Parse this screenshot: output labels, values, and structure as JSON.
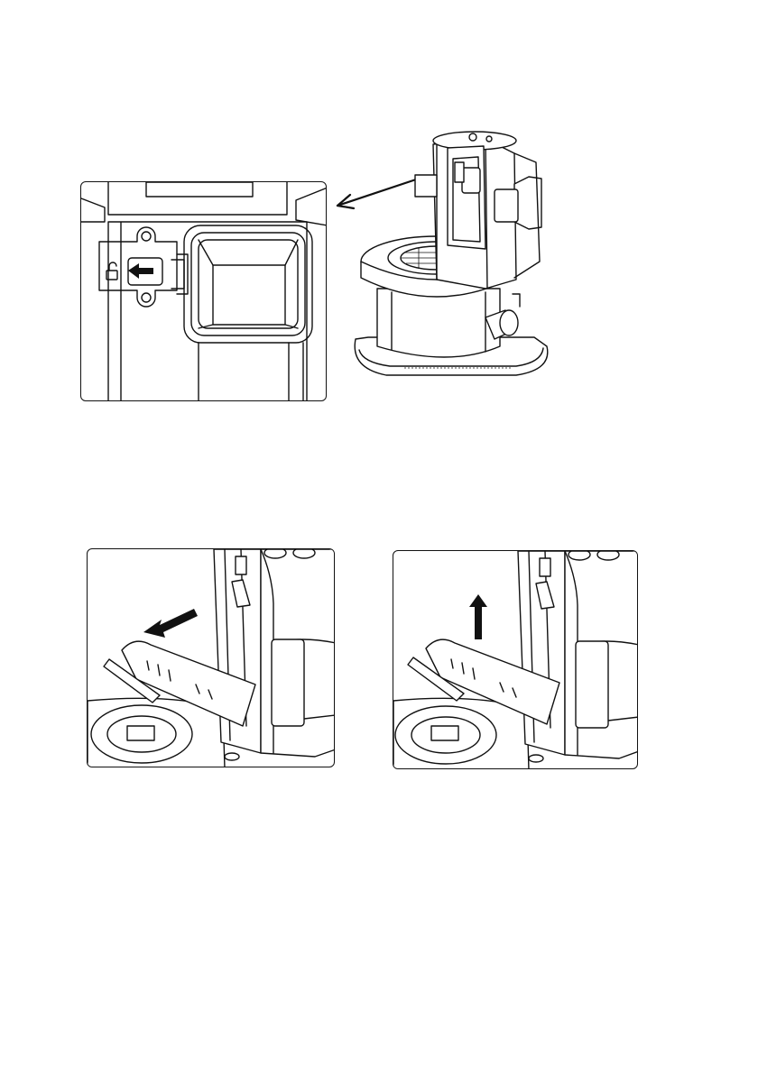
{
  "figure": {
    "colors": {
      "line": "#111111",
      "background": "#ffffff"
    },
    "panels": [
      {
        "id": "latch-detail",
        "shows": "unlock-latch-slide-left"
      },
      {
        "id": "tilt-out",
        "shows": "arrow-pull-out"
      },
      {
        "id": "lift-up",
        "shows": "arrow-lift-up"
      }
    ],
    "icons": [
      "unlock-icon",
      "arrow-left-icon",
      "arrow-up-icon"
    ]
  }
}
